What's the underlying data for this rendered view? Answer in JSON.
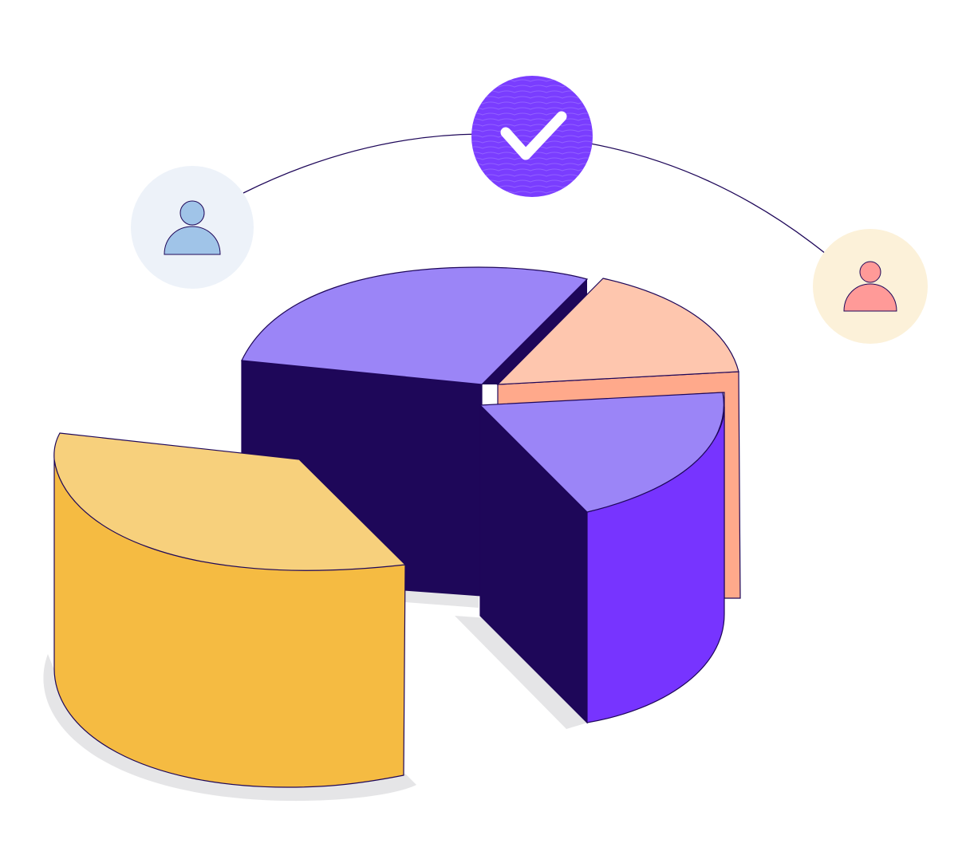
{
  "illustration": {
    "connector": {
      "color": "#1e0759"
    },
    "badges": [
      {
        "name": "user-badge-left",
        "icon": "user-icon",
        "background": "#edf2f9",
        "figure_color": "#a0c4e8"
      },
      {
        "name": "check-badge",
        "icon": "checkmark-icon",
        "background": "#7a3dff",
        "pattern": "wave-pattern"
      },
      {
        "name": "user-badge-right",
        "icon": "user-icon",
        "background": "#fcf1d9",
        "figure_color": "#ff9a98"
      }
    ],
    "pie": {
      "style": "3d-exploded",
      "slices": [
        {
          "name": "pie-slice-back-purple",
          "top": "#9b85f7",
          "side": "#1e0759"
        },
        {
          "name": "pie-slice-peach",
          "top": "#fec6ae",
          "side": "#ffa98b"
        },
        {
          "name": "pie-slice-front-purple",
          "top": "#9b85f7",
          "side": "#7734ff",
          "inner": "#1e0759"
        },
        {
          "name": "pie-slice-yellow",
          "top": "#f7d07c",
          "side": "#f5bb42"
        }
      ],
      "shadow_color": "#e5e5e7",
      "outline_color": "#1e0759"
    }
  }
}
